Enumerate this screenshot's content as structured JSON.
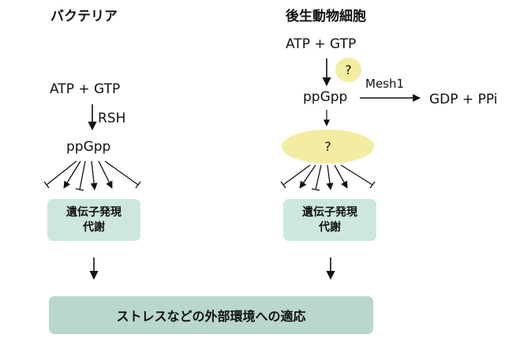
{
  "bacteria": {
    "heading": "バクテリア",
    "substrate": "ATP + GTP",
    "enzyme": "RSH",
    "product": "ppGpp",
    "box_line1": "遺伝子発現",
    "box_line2": "代謝"
  },
  "metazoa": {
    "heading": "後生動物細胞",
    "substrate": "ATP + GTP",
    "synthase_unknown": "?",
    "product": "ppGpp",
    "hydrolase": "Mesh1",
    "hydrolysis_products": "GDP + PPi",
    "target_unknown": "?",
    "box_line1": "遺伝子発現",
    "box_line2": "代謝"
  },
  "outcome": {
    "label": "ストレスなどの外部環境への適応"
  },
  "colors": {
    "box_fill": "#cde7df",
    "outcome_fill": "#b9d7cb",
    "unknown_fill": "#f3eda2"
  }
}
